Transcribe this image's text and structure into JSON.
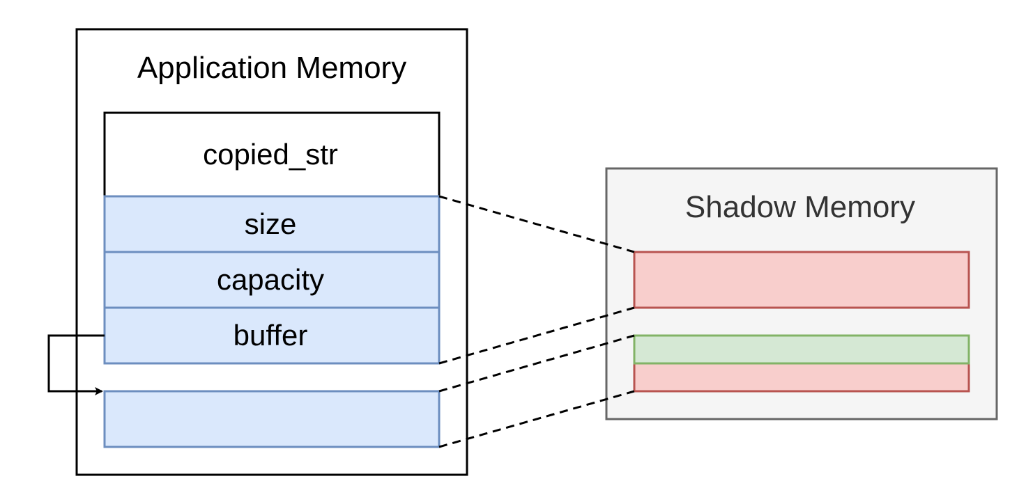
{
  "application_memory": {
    "title": "Application Memory",
    "object_header": "copied_str",
    "fields": [
      "size",
      "capacity",
      "buffer"
    ],
    "buffer_block_label": ""
  },
  "shadow_memory": {
    "title": "Shadow Memory",
    "regions": [
      {
        "state": "poisoned",
        "fill": "#f8cecc",
        "stroke": "#b85450"
      },
      {
        "state": "addressable",
        "fill": "#d5e8d4",
        "stroke": "#82b366"
      },
      {
        "state": "poisoned",
        "fill": "#f8cecc",
        "stroke": "#b85450"
      }
    ]
  },
  "colors": {
    "field_fill": "#dae8fc",
    "field_stroke": "#6c8ebf",
    "shadow_panel_fill": "#f5f5f5",
    "shadow_panel_stroke": "#666666"
  }
}
